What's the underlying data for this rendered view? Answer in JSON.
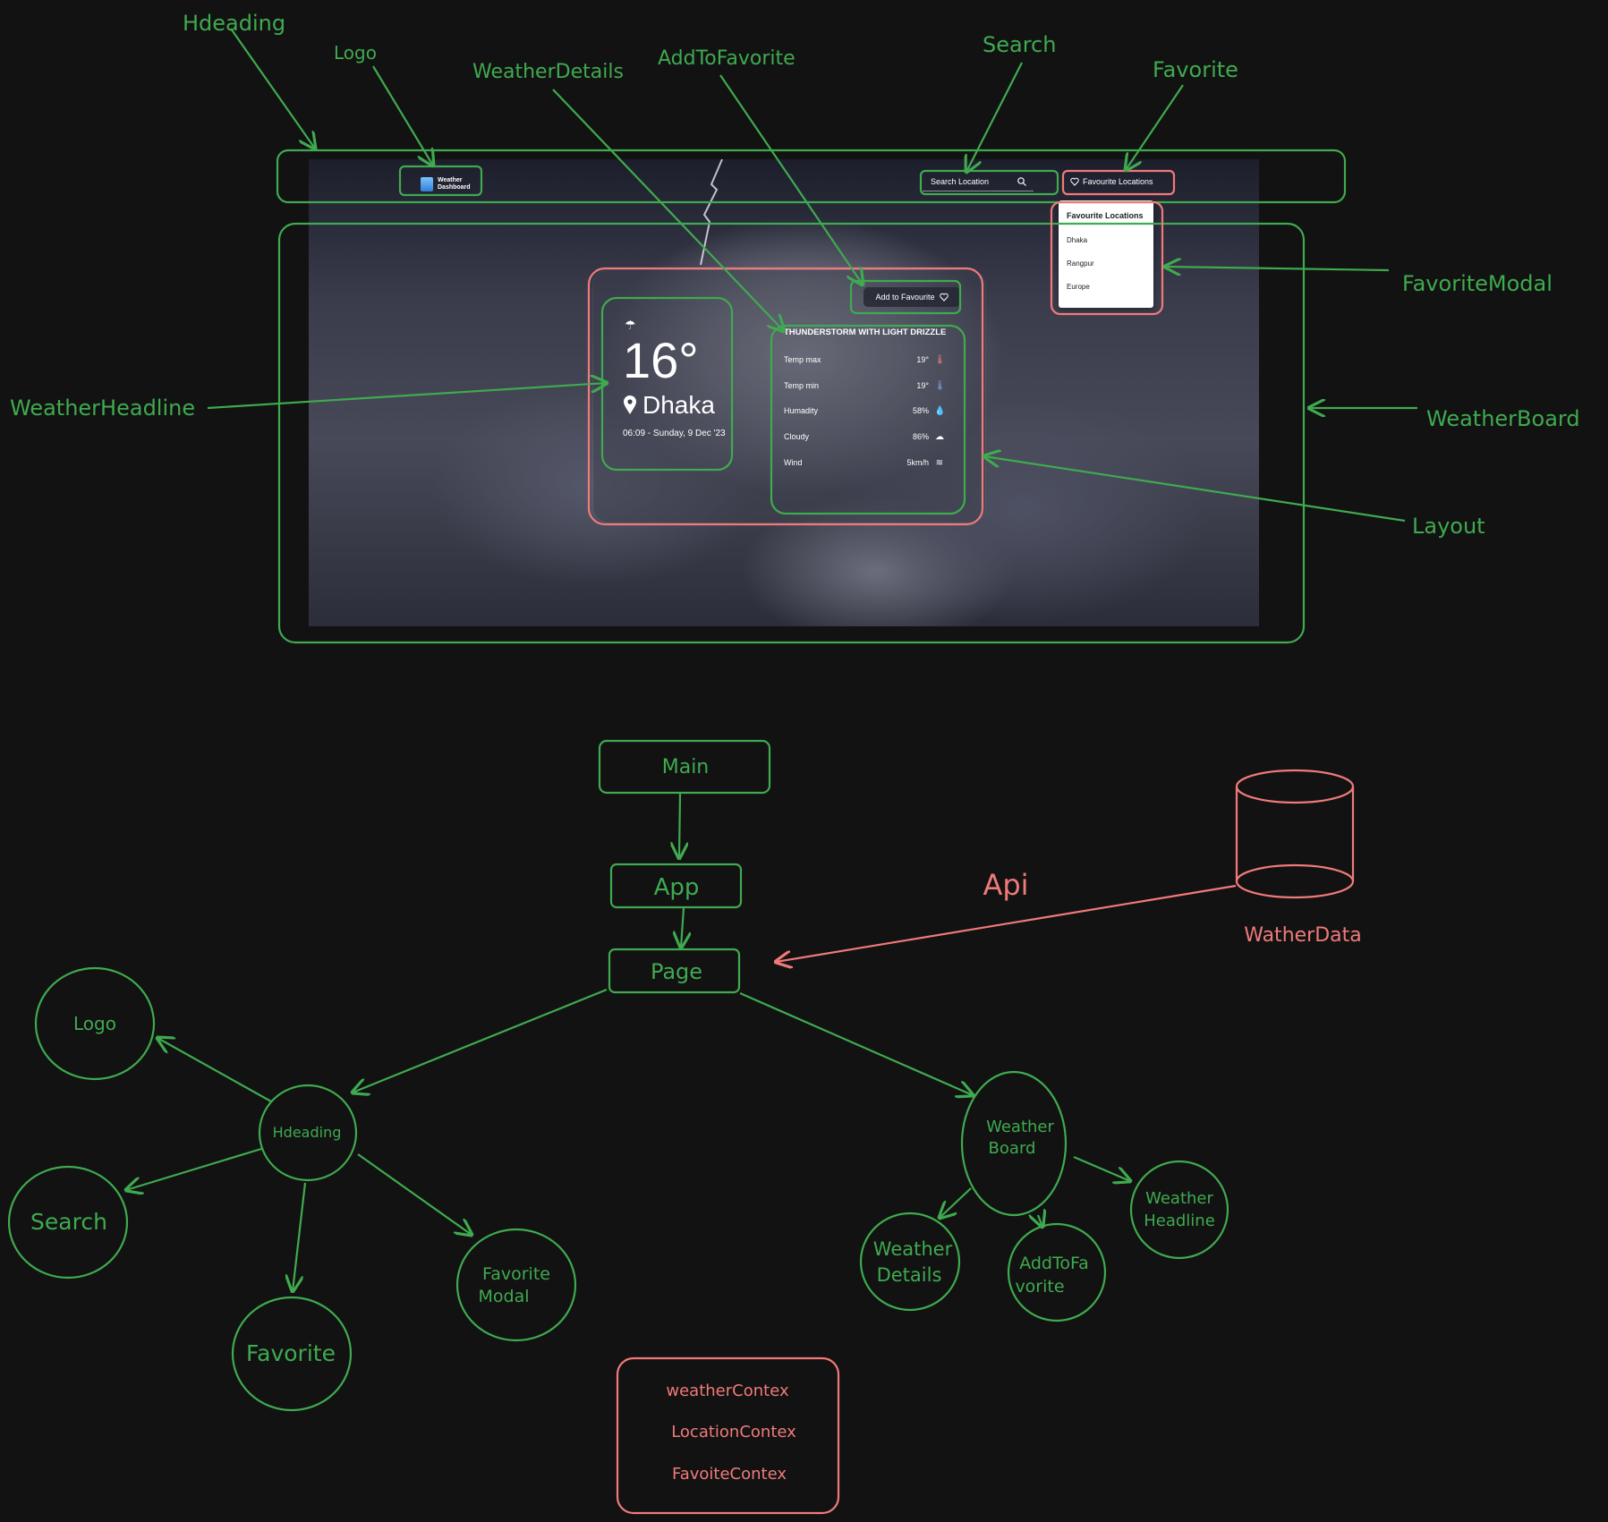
{
  "annotations": {
    "heading": "Hdeading",
    "logo": "Logo",
    "weather_details": "WeatherDetails",
    "add_to_favorite": "AddToFavorite",
    "search": "Search",
    "favorite": "Favorite",
    "favorite_modal": "FavoriteModal",
    "weather_headline": "WeatherHeadline",
    "weather_board": "WeatherBoard",
    "layout": "Layout"
  },
  "mockup": {
    "logo_line1": "Weather",
    "logo_line2": "Dashboard",
    "search_placeholder": "Search Location",
    "favourite_button": "Favourite Locations",
    "dropdown_title": "Favourite Locations",
    "dropdown_items": [
      "Dhaka",
      "Rangpur",
      "Europe"
    ],
    "add_to_favourite": "Add to Favourite",
    "temperature": "16°",
    "city": "Dhaka",
    "datetime": "06:09 - Sunday, 9 Dec '23",
    "condition": "THUNDERSTORM WITH LIGHT DRIZZLE",
    "details": [
      {
        "label": "Temp max",
        "value": "19°",
        "icon": "thermometer-hot-icon"
      },
      {
        "label": "Temp min",
        "value": "19°",
        "icon": "thermometer-cold-icon"
      },
      {
        "label": "Humadity",
        "value": "58%",
        "icon": "droplet-icon"
      },
      {
        "label": "Cloudy",
        "value": "86%",
        "icon": "cloud-icon"
      },
      {
        "label": "Wind",
        "value": "5km/h",
        "icon": "wind-icon"
      }
    ]
  },
  "tree": {
    "main": "Main",
    "app": "App",
    "page": "Page",
    "api": "Api",
    "database": "WatherData",
    "heading": "Hdeading",
    "logo": "Logo",
    "search": "Search",
    "favorite": "Favorite",
    "favorite_modal_line1": "Favorite",
    "favorite_modal_line2": "Modal",
    "weather_board_line1": "Weather",
    "weather_board_line2": "Board",
    "weather_details_line1": "Weather",
    "weather_details_line2": "Details",
    "add_to_favorite_line1": "AddToFa",
    "add_to_favorite_line2": "vorite",
    "weather_headline_line1": "Weather",
    "weather_headline_line2": "Headline"
  },
  "contexts": [
    "weatherContex",
    "LocationContex",
    "FavoiteContex"
  ],
  "colors": {
    "background": "#121212",
    "green": "#3faa4f",
    "red": "#f07a7a"
  }
}
